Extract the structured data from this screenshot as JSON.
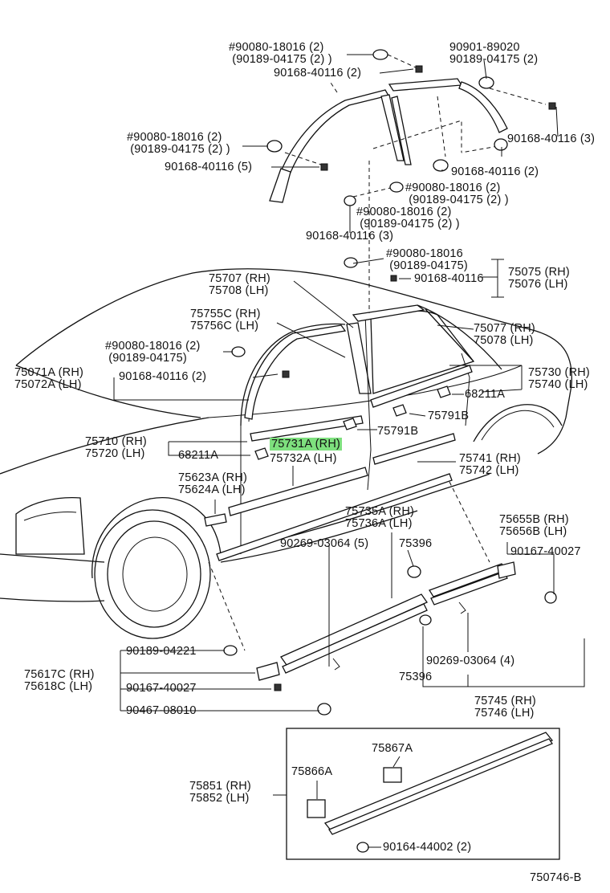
{
  "diagram_id": "750746-B",
  "highlight_color": "#7ee07e",
  "labels": [
    {
      "id": "t01",
      "lines": [
        "#90080-18016 (2)",
        " (90189-04175 (2) )"
      ]
    },
    {
      "id": "t02",
      "lines": [
        "90168-40116 (2)"
      ]
    },
    {
      "id": "t03",
      "lines": [
        "90901-89020",
        "90189-04175 (2)"
      ]
    },
    {
      "id": "t04",
      "lines": [
        "#90080-18016 (2)",
        " (90189-04175 (2) )"
      ]
    },
    {
      "id": "t05",
      "lines": [
        "90168-40116 (5)"
      ]
    },
    {
      "id": "t06",
      "lines": [
        "90168-40116 (3)"
      ]
    },
    {
      "id": "t07",
      "lines": [
        "90168-40116 (2)"
      ]
    },
    {
      "id": "t08",
      "lines": [
        "#90080-18016 (2)",
        " (90189-04175 (2) )"
      ]
    },
    {
      "id": "t09",
      "lines": [
        "#90080-18016 (2)",
        " (90189-04175 (2) )"
      ]
    },
    {
      "id": "t10",
      "lines": [
        "90168-40116 (3)"
      ]
    },
    {
      "id": "t11",
      "lines": [
        "#90080-18016",
        " (90189-04175)"
      ]
    },
    {
      "id": "t12",
      "lines": [
        "90168-40116"
      ]
    },
    {
      "id": "t13",
      "lines": [
        "75075 (RH)",
        "75076 (LH)"
      ]
    },
    {
      "id": "t14",
      "lines": [
        "75707 (RH)",
        "75708 (LH)"
      ]
    },
    {
      "id": "t15",
      "lines": [
        "75755C (RH)",
        "75756C (LH)"
      ]
    },
    {
      "id": "t16",
      "lines": [
        "75077 (RH)",
        "75078 (LH)"
      ]
    },
    {
      "id": "t17",
      "lines": [
        "#90080-18016 (2)",
        " (90189-04175)"
      ]
    },
    {
      "id": "t18",
      "lines": [
        "75071A (RH)",
        "75072A (LH)"
      ]
    },
    {
      "id": "t19",
      "lines": [
        "90168-40116 (2)"
      ]
    },
    {
      "id": "t20",
      "lines": [
        "75730 (RH)",
        "75740 (LH)"
      ]
    },
    {
      "id": "t21",
      "lines": [
        "68211A"
      ]
    },
    {
      "id": "t22",
      "lines": [
        "75791B"
      ]
    },
    {
      "id": "t23",
      "lines": [
        "75791B"
      ]
    },
    {
      "id": "t24",
      "lines": [
        "75710 (RH)",
        "75720 (LH)"
      ]
    },
    {
      "id": "t25",
      "lines": [
        "75731A (RH)"
      ]
    },
    {
      "id": "t26",
      "lines": [
        "75732A (LH)"
      ]
    },
    {
      "id": "t27",
      "lines": [
        "68211A"
      ]
    },
    {
      "id": "t28",
      "lines": [
        "75741 (RH)",
        "75742 (LH)"
      ]
    },
    {
      "id": "t29",
      "lines": [
        "75623A (RH)",
        "75624A (LH)"
      ]
    },
    {
      "id": "t30",
      "lines": [
        "75735A (RH)",
        "75736A (LH)"
      ]
    },
    {
      "id": "t31",
      "lines": [
        "75655B (RH)",
        "75656B (LH)"
      ]
    },
    {
      "id": "t32",
      "lines": [
        "90269-03064 (5)"
      ]
    },
    {
      "id": "t33",
      "lines": [
        "75396"
      ]
    },
    {
      "id": "t34",
      "lines": [
        "90167-40027"
      ]
    },
    {
      "id": "t35",
      "lines": [
        "90189-04221"
      ]
    },
    {
      "id": "t36",
      "lines": [
        "75617C (RH)",
        "75618C (LH)"
      ]
    },
    {
      "id": "t37",
      "lines": [
        "90167-40027"
      ]
    },
    {
      "id": "t38",
      "lines": [
        "90467-08010"
      ]
    },
    {
      "id": "t39",
      "lines": [
        "90269-03064 (4)"
      ]
    },
    {
      "id": "t40",
      "lines": [
        "75396"
      ]
    },
    {
      "id": "t41",
      "lines": [
        "75745 (RH)",
        "75746 (LH)"
      ]
    },
    {
      "id": "t42",
      "lines": [
        "75867A"
      ]
    },
    {
      "id": "t43",
      "lines": [
        "75866A"
      ]
    },
    {
      "id": "t44",
      "lines": [
        "75851 (RH)",
        "75852 (LH)"
      ]
    },
    {
      "id": "t45",
      "lines": [
        "90164-44002 (2)"
      ]
    },
    {
      "id": "t46",
      "lines": [
        "750746-B"
      ]
    }
  ]
}
